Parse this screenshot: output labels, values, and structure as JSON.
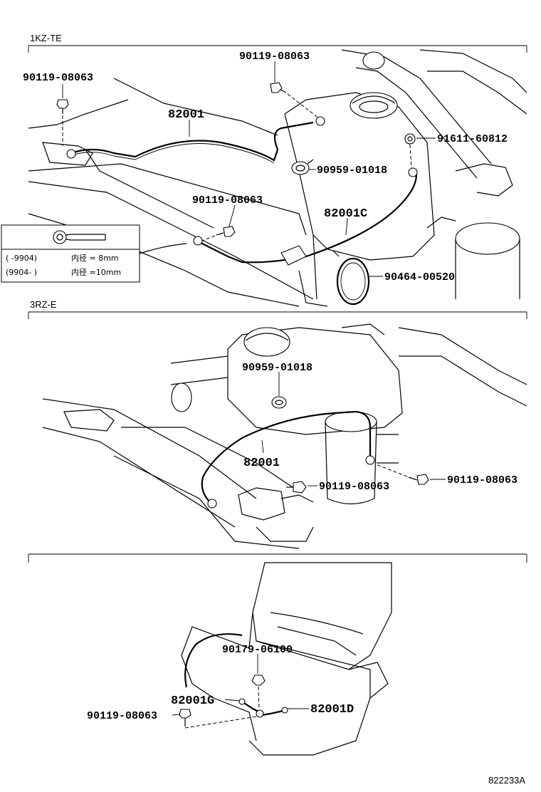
{
  "sections": [
    {
      "title": "1KZ-TE"
    },
    {
      "title": "3RZ-E"
    }
  ],
  "parts_1kz": {
    "bolt_left": "90119-08063",
    "bolt_top": "90119-08063",
    "cable": "82001",
    "nut": "91611-60812",
    "clamp": "90959-01018",
    "bolt_mid": "90119-08063",
    "cable_c": "82001C",
    "band": "90464-00520"
  },
  "legend": {
    "row1_range": "(      -9904)",
    "row1_size": "内径 = 8mm",
    "row2_range": "(9904-      )",
    "row2_size": "内径 =10mm"
  },
  "parts_3rz": {
    "clamp": "90959-01018",
    "cable": "82001",
    "bolt_a": "90119-08063",
    "bolt_b": "90119-08063"
  },
  "parts_seat": {
    "nut": "90179-06100",
    "cable_g": "82001G",
    "cable_d": "82001D",
    "bolt": "90119-08063"
  },
  "figure_id": "822233A"
}
